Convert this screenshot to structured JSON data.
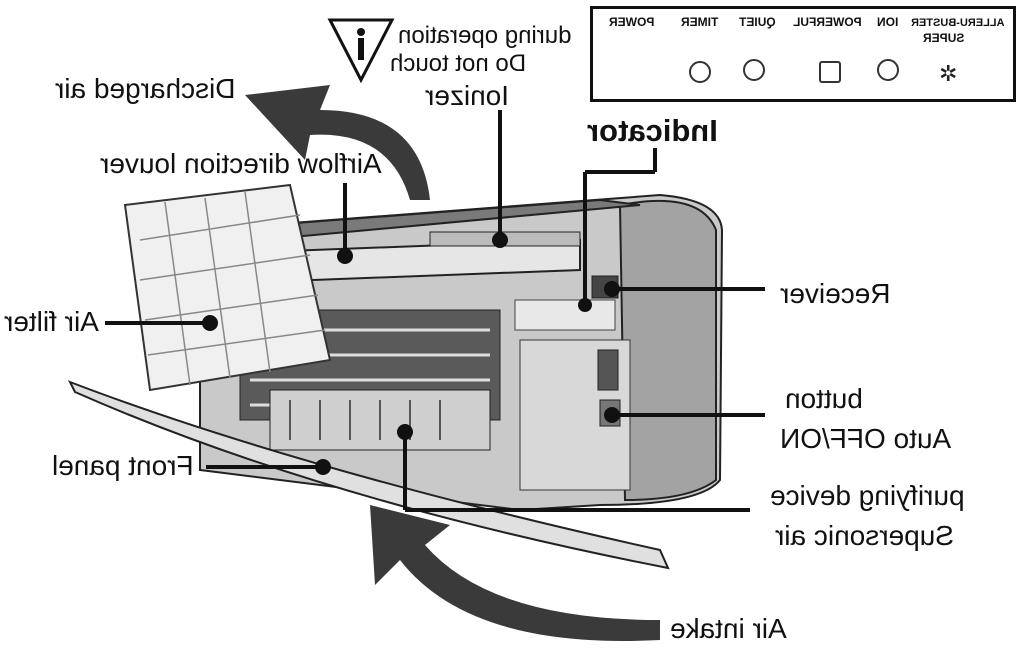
{
  "labels": {
    "discharged_air": "Discharged air",
    "airflow_louver": "Airflow direction louver",
    "air_filter": "Air filter",
    "front_panel": "Front panel",
    "air_intake": "Air intake",
    "supersonic_line1": "Supersonic air",
    "supersonic_line2": "purifying device",
    "auto_line1": "Auto OFF/ON",
    "auto_line2": "button",
    "receiver": "Receiver",
    "indicator": "Indicator",
    "ionizer": "Ionizer",
    "warning_line1": "Do not touch",
    "warning_line2": "during operation"
  },
  "indicator_panel": {
    "items": [
      {
        "label": "POWER",
        "icon": "power-icon"
      },
      {
        "label": "TIMER",
        "icon": "timer-icon"
      },
      {
        "label": "QUIET",
        "icon": "quiet-icon"
      },
      {
        "label": "POWERFUL",
        "icon": "powerful-icon"
      },
      {
        "label": "ION",
        "icon": "ion-icon"
      },
      {
        "label": "SUPER",
        "label2": "ALLERU-BUSTER",
        "icon": "allergen-buster-icon"
      }
    ]
  },
  "colors": {
    "line": "#111111",
    "unit_light": "#d9d9d9",
    "unit_mid": "#a8a8a8",
    "unit_dark": "#555555",
    "arrow": "#3a3a3a"
  }
}
